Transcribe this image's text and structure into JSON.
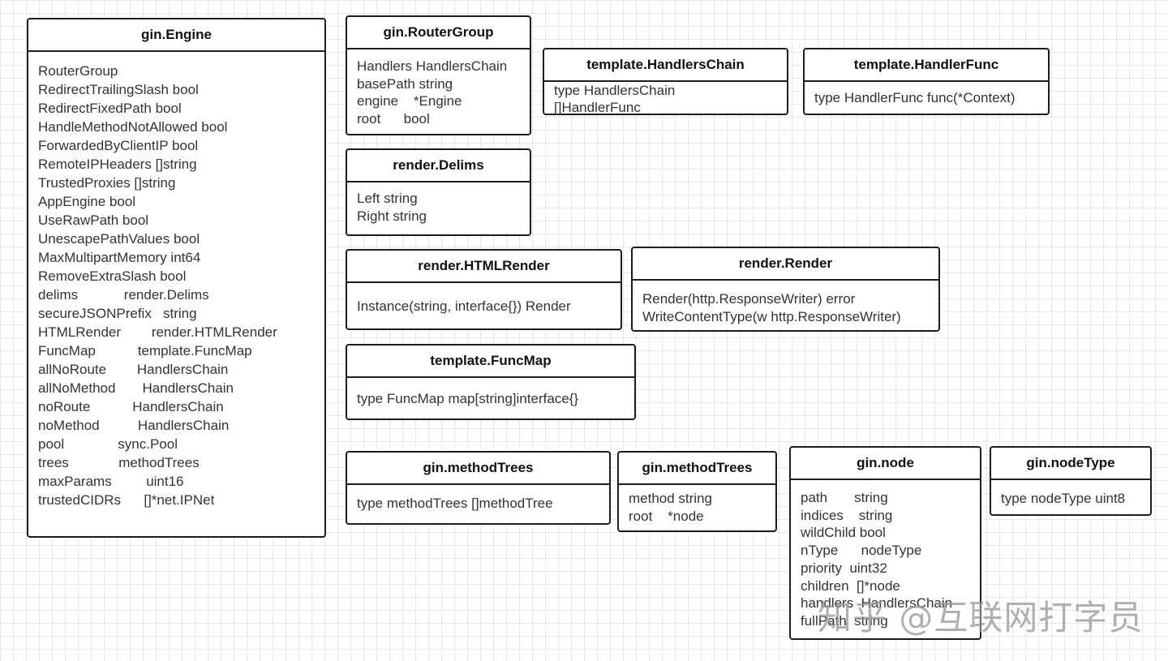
{
  "boxes": [
    {
      "id": "gin-engine",
      "title": "gin.Engine",
      "rows": [
        "RouterGroup",
        "RedirectTrailingSlash bool",
        "RedirectFixedPath bool",
        "HandleMethodNotAllowed bool",
        "ForwardedByClientIP bool",
        "RemoteIPHeaders []string",
        "TrustedProxies []string",
        "AppEngine bool",
        "UseRawPath bool",
        "UnescapePathValues bool",
        "MaxMultipartMemory int64",
        "RemoveExtraSlash bool",
        "delims            render.Delims",
        "secureJSONPrefix   string",
        "HTMLRender        render.HTMLRender",
        "FuncMap           template.FuncMap",
        "allNoRoute        HandlersChain",
        "allNoMethod       HandlersChain",
        "noRoute           HandlersChain",
        "noMethod          HandlersChain",
        "pool              sync.Pool",
        "trees             methodTrees",
        "maxParams         uint16",
        "trustedCIDRs      []*net.IPNet"
      ]
    },
    {
      "id": "gin-routergroup",
      "title": "gin.RouterGroup",
      "rows": [
        "Handlers HandlersChain",
        "basePath string",
        "engine    *Engine",
        "root      bool"
      ]
    },
    {
      "id": "template-handlerschain",
      "title": "template.HandlersChain",
      "rows": [
        "type HandlersChain",
        "[]HandlerFunc"
      ]
    },
    {
      "id": "template-handlerfunc",
      "title": "template.HandlerFunc",
      "rows": [
        "type HandlerFunc func(*Context)"
      ]
    },
    {
      "id": "render-delims",
      "title": "render.Delims",
      "rows": [
        "Left string",
        "Right string"
      ]
    },
    {
      "id": "render-htmlrender",
      "title": "render.HTMLRender",
      "rows": [
        "Instance(string, interface{}) Render"
      ]
    },
    {
      "id": "render-render",
      "title": "render.Render",
      "rows": [
        "Render(http.ResponseWriter) error",
        "WriteContentType(w http.ResponseWriter)"
      ]
    },
    {
      "id": "template-funcmap",
      "title": "template.FuncMap",
      "rows": [
        "type FuncMap map[string]interface{}"
      ]
    },
    {
      "id": "gin-methodtrees-type",
      "title": "gin.methodTrees",
      "rows": [
        "type methodTrees []methodTree"
      ]
    },
    {
      "id": "gin-methodtrees-struct",
      "title": "gin.methodTrees",
      "rows": [
        "method string",
        "root    *node"
      ]
    },
    {
      "id": "gin-node",
      "title": "gin.node",
      "rows": [
        "path       string",
        "indices    string",
        "wildChild bool",
        "nType      nodeType",
        "priority  uint32",
        "children  []*node",
        "handlers  HandlersChain",
        "fullPath  string"
      ]
    },
    {
      "id": "gin-nodetype",
      "title": "gin.nodeType",
      "rows": [
        "type nodeType uint8"
      ]
    }
  ],
  "watermark": "知乎 @互联网打字员"
}
